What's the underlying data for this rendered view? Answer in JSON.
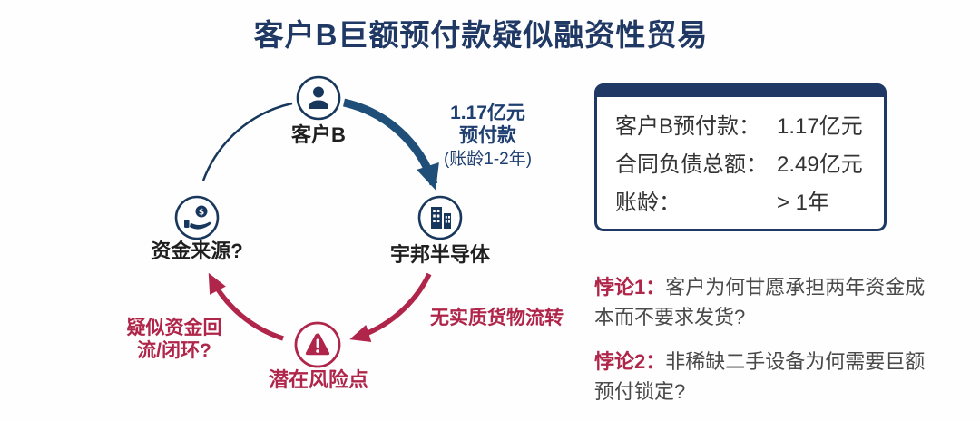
{
  "title": "客户B巨额预付款疑似融资性贸易",
  "colors": {
    "navy": "#1f3864",
    "navy_icon": "#17375c",
    "navy_arrow": "#1f4e79",
    "crimson": "#b0264a",
    "body_text": "#333333"
  },
  "diagram": {
    "nodes": {
      "customer": {
        "label": "客户B",
        "icon": "person-icon"
      },
      "company": {
        "label": "宇邦半导体",
        "icon": "building-icon"
      },
      "risk": {
        "label": "潜在风险点",
        "icon": "warning-triangle-icon"
      },
      "funds": {
        "label": "资金来源?",
        "icon": "money-hand-icon"
      }
    },
    "edges": {
      "prepayment": {
        "label_bold": "1.17亿元\n预付款",
        "label_note": "(账龄1-2年)"
      },
      "no_goods": {
        "label": "无实质货物流转"
      },
      "backflow": {
        "label": "疑似资金回\n流/闭环?"
      }
    }
  },
  "info_box": {
    "rows": [
      {
        "label": "客户B预付款：",
        "value": "1.17亿元"
      },
      {
        "label": "合同负债总额：",
        "value": "2.49亿元"
      },
      {
        "label": "账龄：",
        "value": ">  1年"
      }
    ]
  },
  "paradoxes": [
    {
      "label": "悖论1：",
      "text": "客户为何甘愿承担两年资金成本而不要求发货?"
    },
    {
      "label": "悖论2：",
      "text": "非稀缺二手设备为何需要巨额预付锁定?"
    }
  ]
}
